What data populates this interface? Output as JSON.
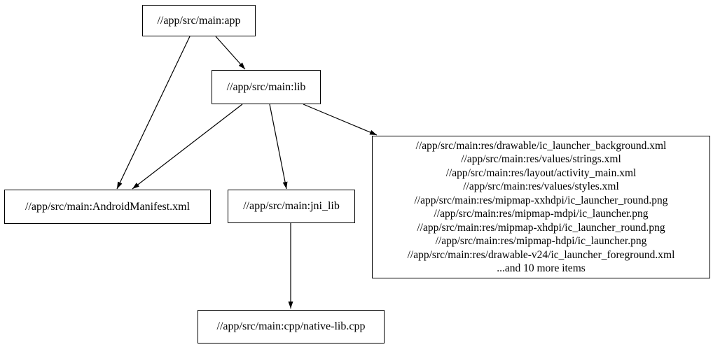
{
  "graph": {
    "type": "directed-dependency-graph",
    "background_color": "#ffffff",
    "node_border_color": "#000000",
    "edge_color": "#000000",
    "text_color": "#000000",
    "nodes": {
      "app": {
        "label": "//app/src/main:app"
      },
      "lib": {
        "label": "//app/src/main:lib"
      },
      "manifest": {
        "label": "//app/src/main:AndroidManifest.xml"
      },
      "jni_lib": {
        "label": "//app/src/main:jni_lib"
      },
      "native_lib": {
        "label": "//app/src/main:cpp/native-lib.cpp"
      },
      "res": {
        "lines": [
          "//app/src/main:res/drawable/ic_launcher_background.xml",
          "//app/src/main:res/values/strings.xml",
          "//app/src/main:res/layout/activity_main.xml",
          "//app/src/main:res/values/styles.xml",
          "//app/src/main:res/mipmap-xxhdpi/ic_launcher_round.png",
          "//app/src/main:res/mipmap-mdpi/ic_launcher.png",
          "//app/src/main:res/mipmap-xhdpi/ic_launcher_round.png",
          "//app/src/main:res/mipmap-hdpi/ic_launcher.png",
          "//app/src/main:res/drawable-v24/ic_launcher_foreground.xml",
          "...and 10 more items"
        ]
      }
    },
    "edges": [
      {
        "from": "//app/src/main:app",
        "to": "//app/src/main:lib"
      },
      {
        "from": "//app/src/main:app",
        "to": "//app/src/main:AndroidManifest.xml"
      },
      {
        "from": "//app/src/main:lib",
        "to": "//app/src/main:AndroidManifest.xml"
      },
      {
        "from": "//app/src/main:lib",
        "to": "//app/src/main:jni_lib"
      },
      {
        "from": "//app/src/main:lib",
        "to": "resources-group"
      },
      {
        "from": "//app/src/main:jni_lib",
        "to": "//app/src/main:cpp/native-lib.cpp"
      }
    ]
  }
}
